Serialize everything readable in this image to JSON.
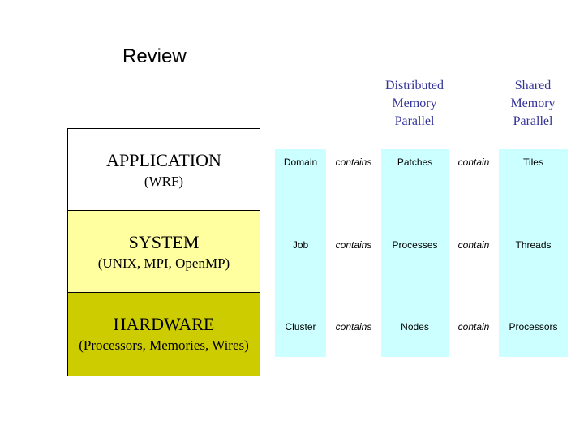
{
  "title": "Review",
  "layers": [
    {
      "name": "APPLICATION",
      "sub": "(WRF)",
      "color": "#ffffff"
    },
    {
      "name": "SYSTEM",
      "sub": "(UNIX, MPI, OpenMP)",
      "color": "#ffffa0"
    },
    {
      "name": "HARDWARE",
      "sub": "(Processors, Memories, Wires)",
      "color": "#cccc00"
    }
  ],
  "headers": {
    "distributed": [
      "Distributed",
      "Memory",
      "Parallel"
    ],
    "shared": [
      "Shared",
      "Memory",
      "Parallel"
    ]
  },
  "rows": [
    {
      "whole": "Domain",
      "rel1": "contains",
      "part": "Patches",
      "rel2": "contain",
      "sub": "Tiles"
    },
    {
      "whole": "Job",
      "rel1": "contains",
      "part": "Processes",
      "rel2": "contain",
      "sub": "Threads"
    },
    {
      "whole": "Cluster",
      "rel1": "contains",
      "part": "Nodes",
      "rel2": "contain",
      "sub": "Processors"
    }
  ],
  "colors": {
    "column_fill": "#ccffff",
    "header_text": "#333399"
  }
}
